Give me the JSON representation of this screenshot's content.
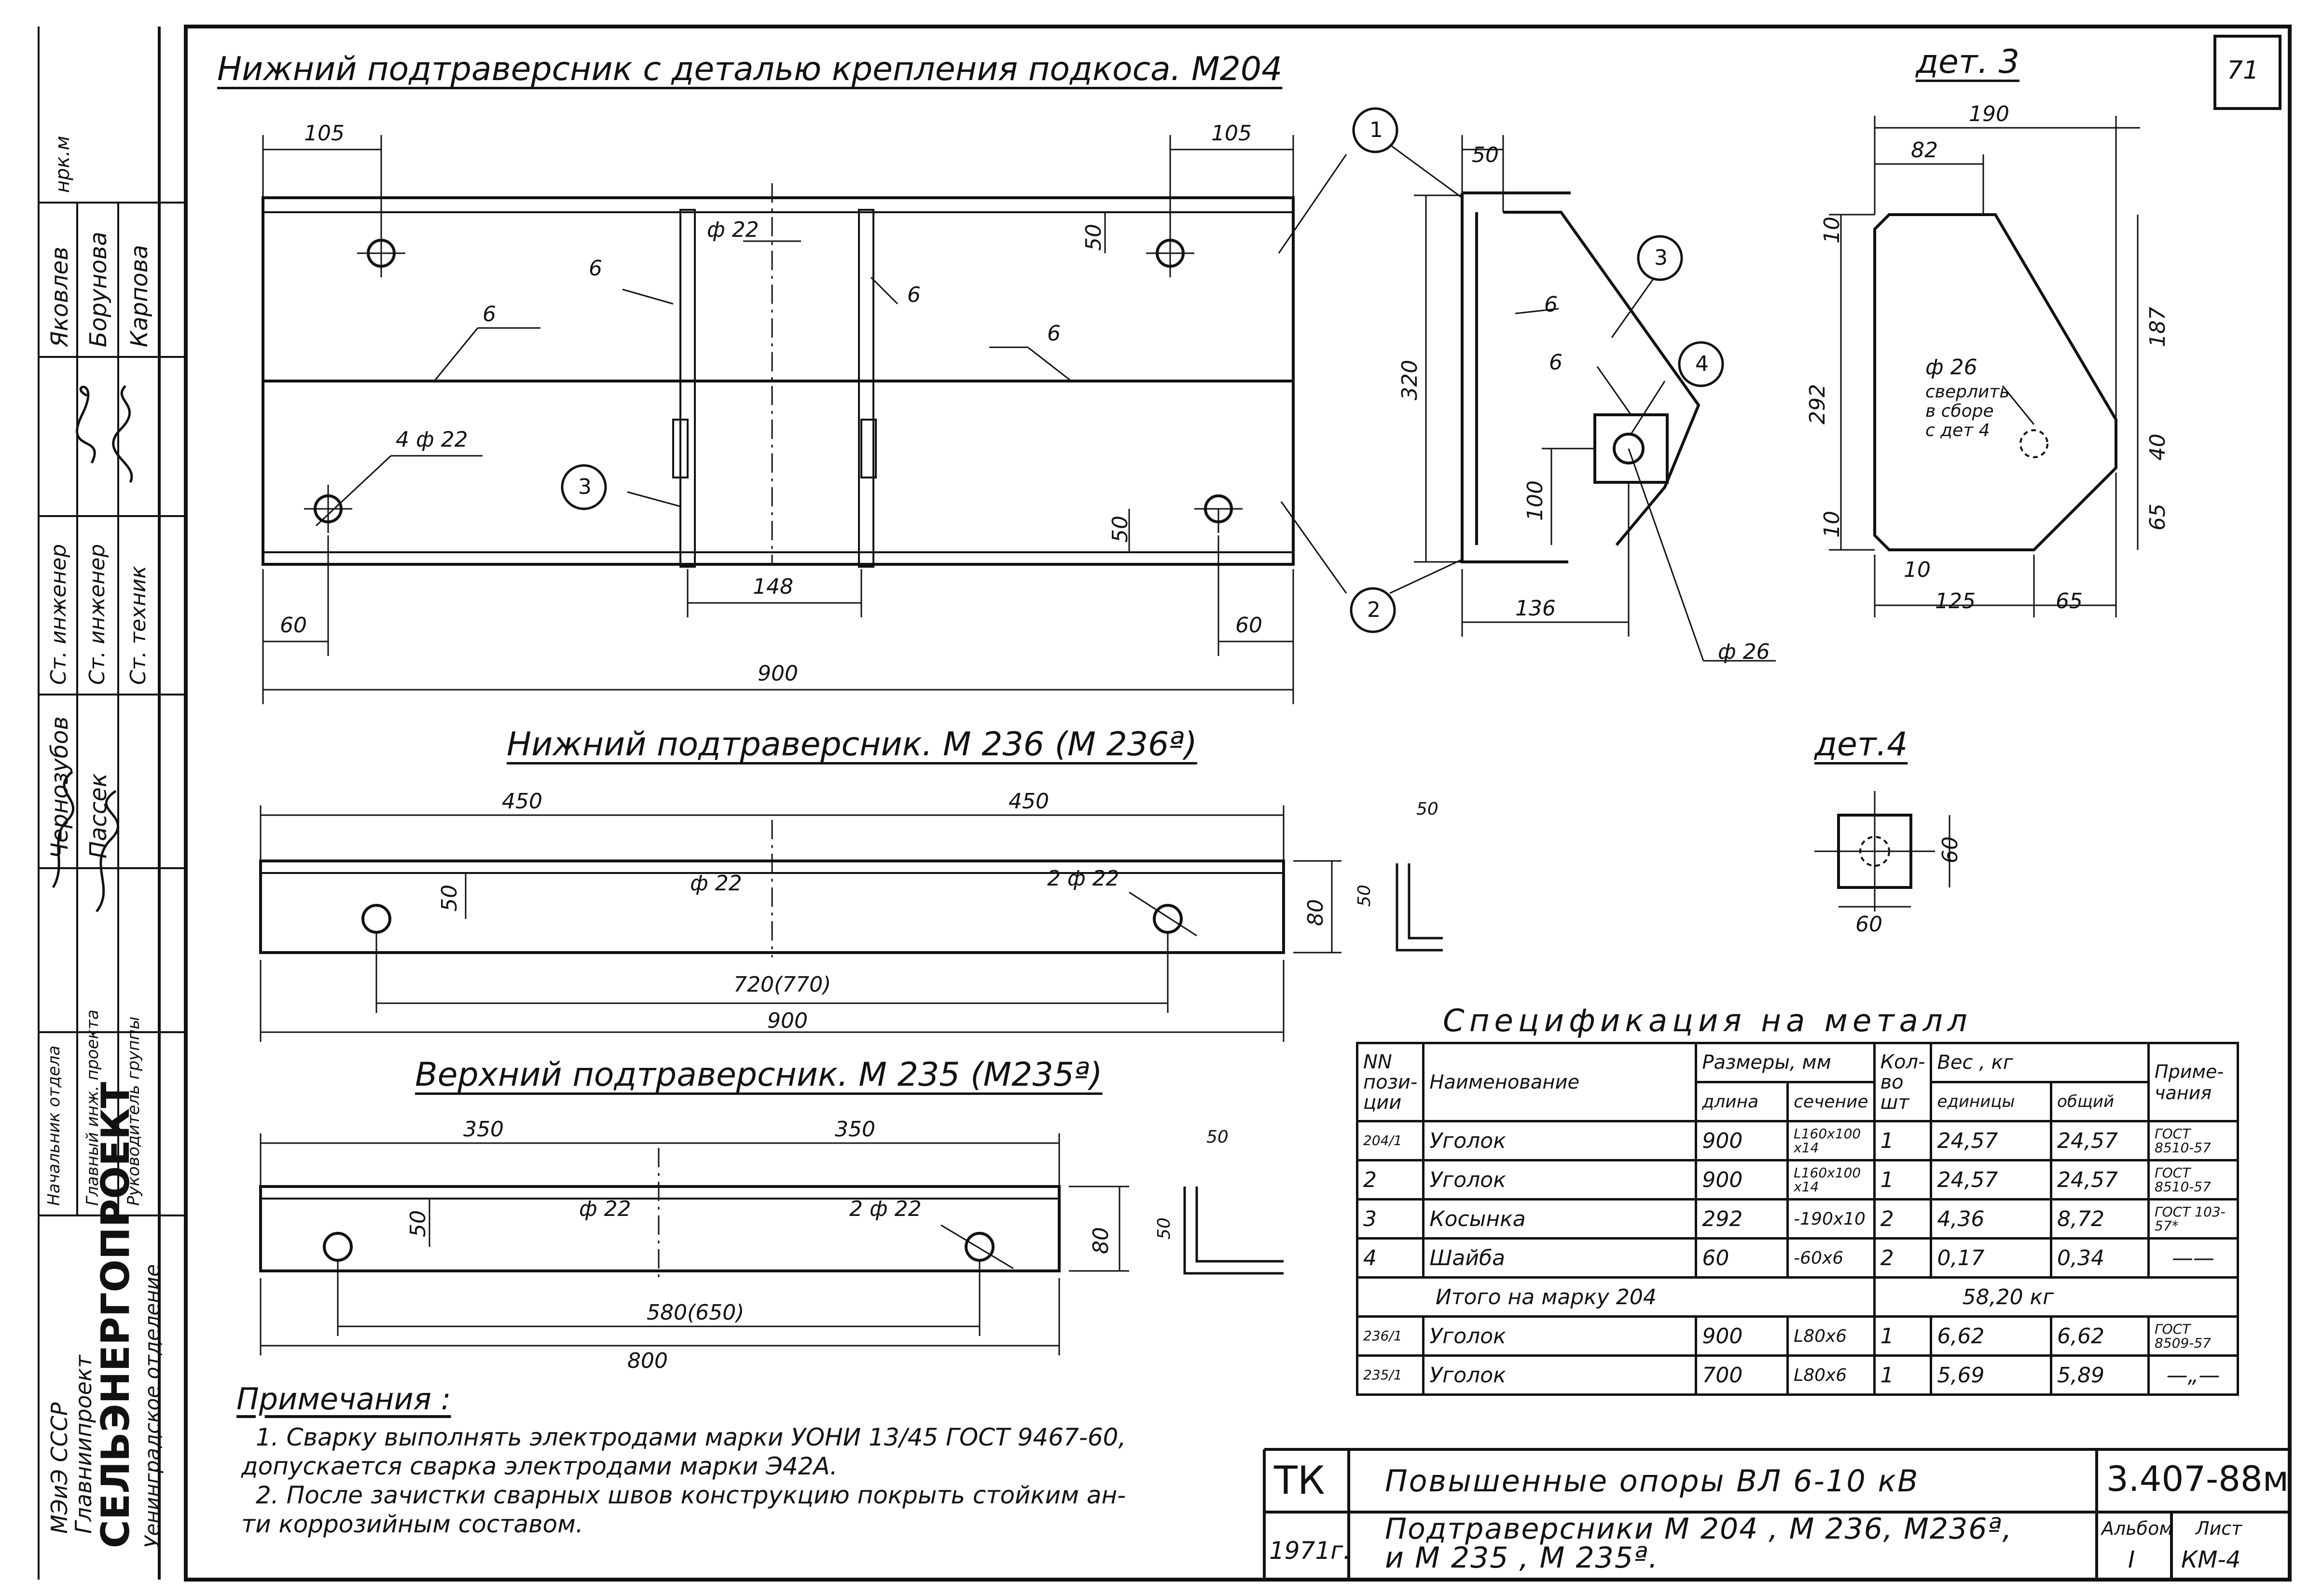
{
  "page_number": "71",
  "views": {
    "m204_title": "Нижний подтраверсник с деталью крепления подкоса. М204",
    "m204_dims": {
      "d105_left": "105",
      "d105_right": "105",
      "d50_top": "50",
      "d50_bottom": "50",
      "phi22": "ф 22",
      "holes": "4 ф 22",
      "d60_left": "60",
      "d60_right": "60",
      "d148": "148",
      "d900": "900",
      "weld_6a": "6",
      "weld_6b": "6",
      "weld_6c": "6",
      "weld_6d": "6"
    },
    "callouts": [
      "1",
      "2",
      "3",
      "4"
    ],
    "callout_3_main": "3",
    "side_view_dims": {
      "d50": "50",
      "d320": "320",
      "d100": "100",
      "d136": "136",
      "phi26": "ф 26",
      "weld_6a": "6",
      "weld_6b": "6"
    },
    "det3_title": "дет. 3",
    "det3_dims": {
      "d190": "190",
      "d82": "82",
      "d10_top": "10",
      "d292": "292",
      "d187": "187",
      "d40": "40",
      "d65": "65",
      "d10_bottom": "10",
      "d10_b2": "10",
      "d125": "125",
      "d65b": "65",
      "phi26": "ф 26",
      "note": [
        "сверлить",
        "в сборе",
        "с дет 4"
      ]
    },
    "m236_title": "Нижний подтраверсник. М 236 (М 236ª)",
    "m236_dims": {
      "d450a": "450",
      "d450b": "450",
      "d50": "50",
      "phi22": "ф 22",
      "holes": "2 ф 22",
      "d720": "720(770)",
      "d900": "900",
      "d80": "80",
      "sect50h": "50",
      "sect50v": "50"
    },
    "det4_title": "дет.4",
    "det4_dims": {
      "d60h": "60",
      "d60v": "60"
    },
    "m235_title": "Верхний подтраверсник. М 235 (М235ª)",
    "m235_dims": {
      "d350a": "350",
      "d350b": "350",
      "d50": "50",
      "phi22": "ф 22",
      "holes": "2 ф 22",
      "d580": "580(650)",
      "d800": "800",
      "d80": "80",
      "sect50h": "50",
      "sect50v": "50"
    }
  },
  "spec": {
    "title": "Спецификация на металл",
    "headers": {
      "pos": "NN пози- ции",
      "name": "Наименование",
      "sizes": "Размеры, мм",
      "length": "длина",
      "section": "сечение",
      "qty": "Кол- во шт",
      "weight": "Вес , кг",
      "unit": "единицы",
      "total": "общий",
      "note": "Приме- чания"
    },
    "rows": [
      {
        "pos": "204/1",
        "name": "Уголок",
        "length": "900",
        "section": "L160x100 x14",
        "qty": "1",
        "unit": "24,57",
        "total": "24,57",
        "note": "ГОСТ 8510-57"
      },
      {
        "pos": "2",
        "name": "Уголок",
        "length": "900",
        "section": "L160x100 x14",
        "qty": "1",
        "unit": "24,57",
        "total": "24,57",
        "note": "ГОСТ 8510-57"
      },
      {
        "pos": "3",
        "name": "Косынка",
        "length": "292",
        "section": "-190x10",
        "qty": "2",
        "unit": "4,36",
        "total": "8,72",
        "note": "ГОСТ 103-57*"
      },
      {
        "pos": "4",
        "name": "Шайба",
        "length": "60",
        "section": "-60x6",
        "qty": "2",
        "unit": "0,17",
        "total": "0,34",
        "note": "——"
      }
    ],
    "total_row": {
      "label": "Итого на марку 204",
      "value": "58,20 кг"
    },
    "rows2": [
      {
        "pos": "236/1",
        "name": "Уголок",
        "length": "900",
        "section": "L80x6",
        "qty": "1",
        "unit": "6,62",
        "total": "6,62",
        "note": "ГОСТ 8509-57"
      },
      {
        "pos": "235/1",
        "name": "Уголок",
        "length": "700",
        "section": "L80x6",
        "qty": "1",
        "unit": "5,69",
        "total": "5,89",
        "note": "—„—"
      }
    ]
  },
  "notes": {
    "title": "Примечания :",
    "lines": [
      "1. Сварку выполнять электродами марки УОНИ 13/45 ГОСТ 9467-60,",
      "допускается сварка электродами марки Э42А.",
      "2. После зачистки сварных швов конструкцию покрыть стойким ан-",
      "ти коррозийным составом."
    ]
  },
  "title_block": {
    "tk": "ТК",
    "year": "1971г.",
    "line1": "Повышенные опоры ВЛ 6-10 кВ",
    "line2": "Подтраверсники М 204 , М 236, М236ª,",
    "line3": "и М 235 , М 235ª.",
    "code": "3.407-88м",
    "album_label": "Альбом",
    "album": "I",
    "sheet_label": "Лист",
    "sheet": "КМ-4"
  },
  "left_stamp": {
    "org1": "МЭиЭ СССР",
    "org2": "Главниипроект",
    "org3": "СЕЛЬЭНЕРГОПРОЕКТ",
    "org4": "Уенинградское отделение",
    "roles": [
      "Начальник отдела",
      "Главный инж. проекта",
      "Руководитель группы",
      "Ст. инженер",
      "Ст. инженер",
      "Ст. техник"
    ],
    "names": [
      "Яковлев",
      "Борунова",
      "Карпова",
      "Чернозубов",
      "Пассек"
    ],
    "corner": "нрк.м"
  }
}
